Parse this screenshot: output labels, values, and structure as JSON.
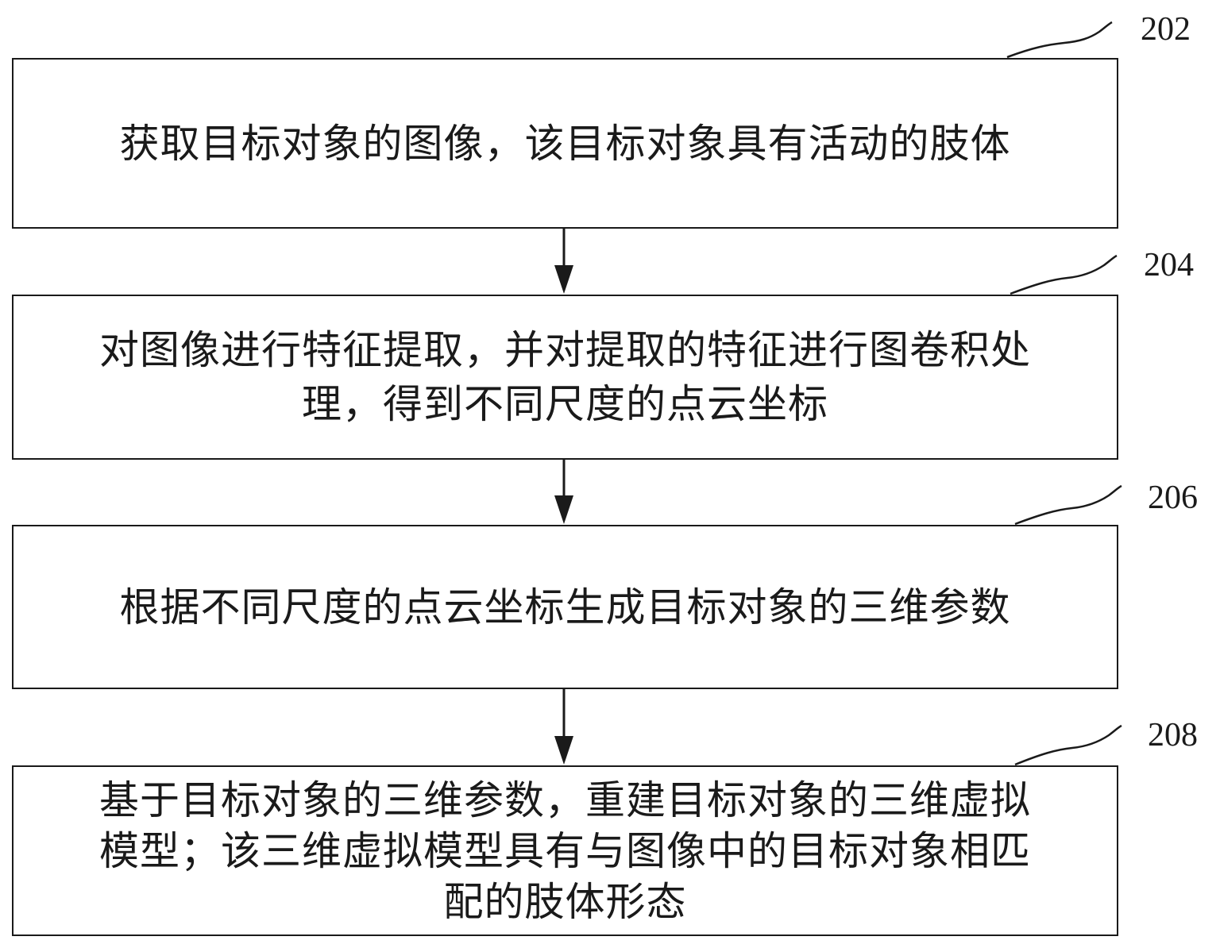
{
  "steps": [
    {
      "number": "202",
      "text": "获取目标对象的图像，该目标对象具有活动的肢体"
    },
    {
      "number": "204",
      "text": "对图像进行特征提取，并对提取的特征进行图卷积处\n理，得到不同尺度的点云坐标"
    },
    {
      "number": "206",
      "text": "根据不同尺度的点云坐标生成目标对象的三维参数"
    },
    {
      "number": "208",
      "text": "基于目标对象的三维参数，重建目标对象的三维虚拟\n模型；该三维虚拟模型具有与图像中的目标对象相匹\n配的肢体形态"
    }
  ],
  "colors": {
    "line": "#1a1a1a",
    "background": "#ffffff"
  }
}
